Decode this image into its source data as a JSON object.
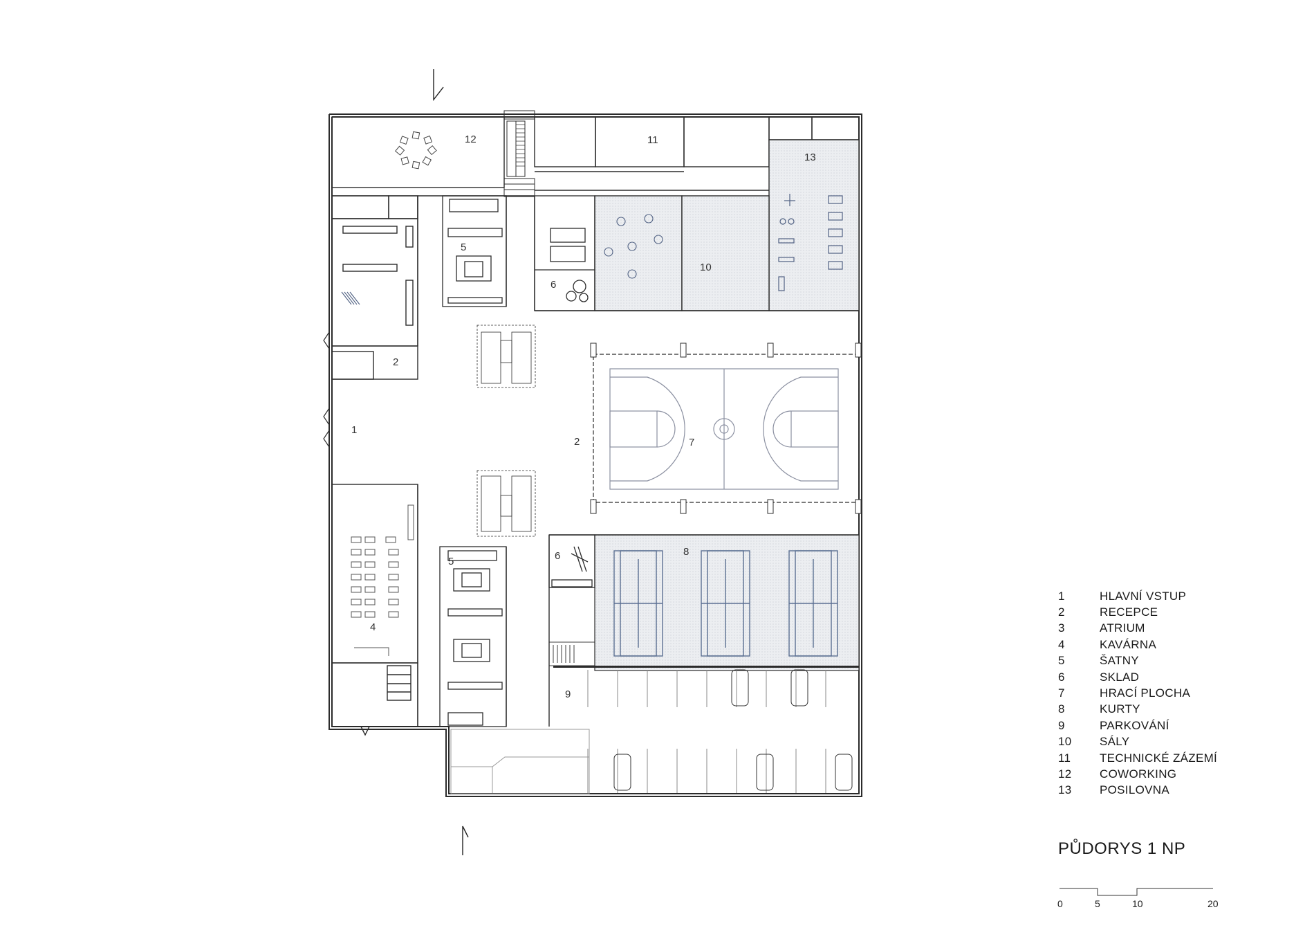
{
  "title": "PŮDORYS 1 NP",
  "legend": [
    {
      "num": "1",
      "label": "HLAVNÍ VSTUP"
    },
    {
      "num": "2",
      "label": "RECEPCE"
    },
    {
      "num": "3",
      "label": "ATRIUM"
    },
    {
      "num": "4",
      "label": "KAVÁRNA"
    },
    {
      "num": "5",
      "label": "ŠATNY"
    },
    {
      "num": "6",
      "label": "SKLAD"
    },
    {
      "num": "7",
      "label": "HRACÍ PLOCHA"
    },
    {
      "num": "8",
      "label": "KURTY"
    },
    {
      "num": "9",
      "label": "PARKOVÁNÍ"
    },
    {
      "num": "10",
      "label": "SÁLY"
    },
    {
      "num": "11",
      "label": "TECHNICKÉ ZÁZEMÍ"
    },
    {
      "num": "12",
      "label": "COWORKING"
    },
    {
      "num": "13",
      "label": "POSILOVNA"
    }
  ],
  "room_labels": {
    "coworking": "12",
    "technical": "11",
    "gym": "13",
    "changing_top": "5",
    "storage_top": "6",
    "halls": "10",
    "reception": "2",
    "entrance": "1",
    "atrium_reception": "2",
    "court_main": "7",
    "courts": "8",
    "storage_bottom": "6",
    "changing_bottom": "5",
    "cafe": "4",
    "parking": "9"
  },
  "scale_bar": {
    "labels": [
      "0",
      "5",
      "10",
      "20"
    ],
    "unit_hint": "m"
  },
  "colors": {
    "line": "#2b2b2b",
    "fill_hatched": "#ecedf0",
    "court_blue": "#5b6f92",
    "court_line": "#8a8fa0"
  }
}
